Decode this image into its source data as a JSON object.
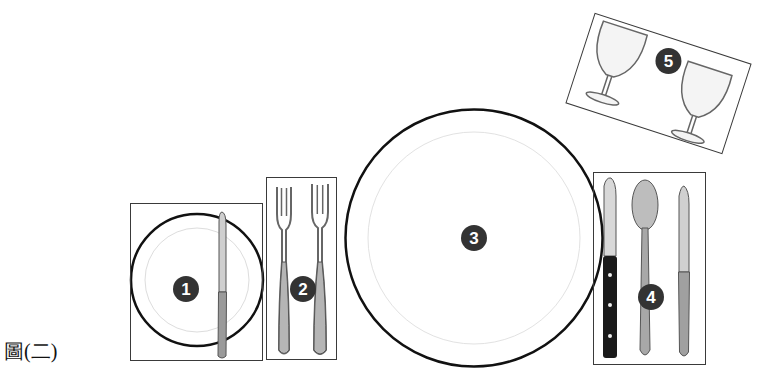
{
  "diagram": {
    "nodes": [
      {
        "text": [
          "1"
        ]
      },
      {
        "text": [
          "2"
        ]
      },
      {
        "text": [
          "3"
        ]
      },
      {
        "text": [
          "4"
        ]
      },
      {
        "text": [
          "5"
        ]
      }
    ],
    "labels": [
      "圖(二)"
    ]
  }
}
